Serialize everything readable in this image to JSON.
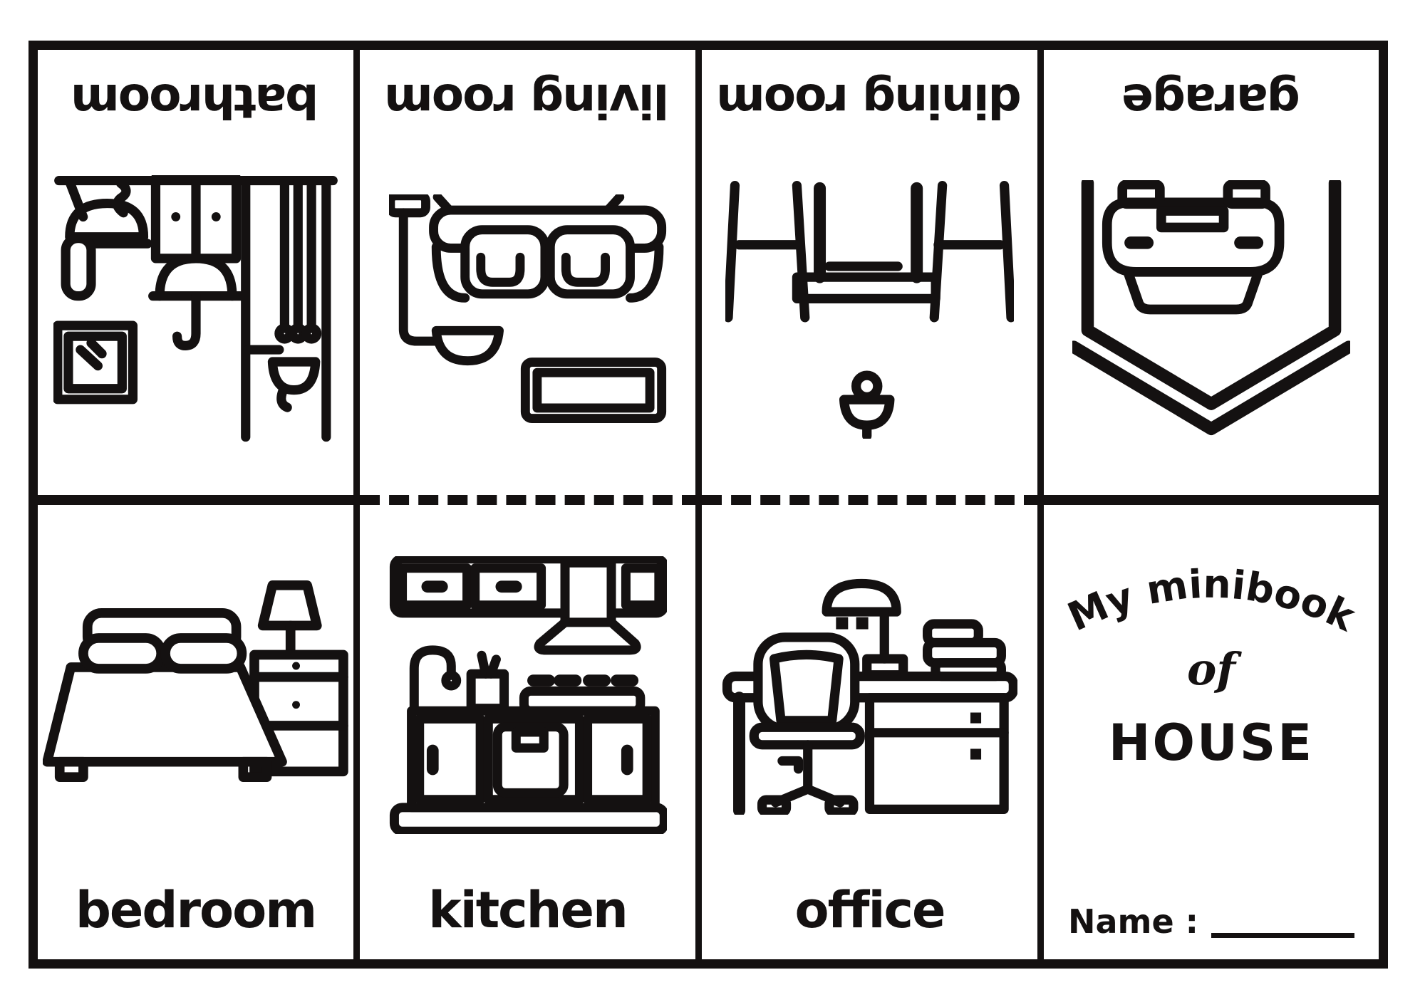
{
  "colors": {
    "ink": "#141111",
    "paper": "#ffffff"
  },
  "cells": {
    "bathroom": {
      "label": "bathroom"
    },
    "living_room": {
      "label": "living room"
    },
    "dining_room": {
      "label": "dining room"
    },
    "garage": {
      "label": "garage"
    },
    "bedroom": {
      "label": "bedroom"
    },
    "kitchen": {
      "label": "kitchen"
    },
    "office": {
      "label": "office"
    },
    "title": {
      "line1": "My minibook",
      "line2": "of",
      "line3": "HOUSE",
      "name_label": "Name :"
    }
  }
}
